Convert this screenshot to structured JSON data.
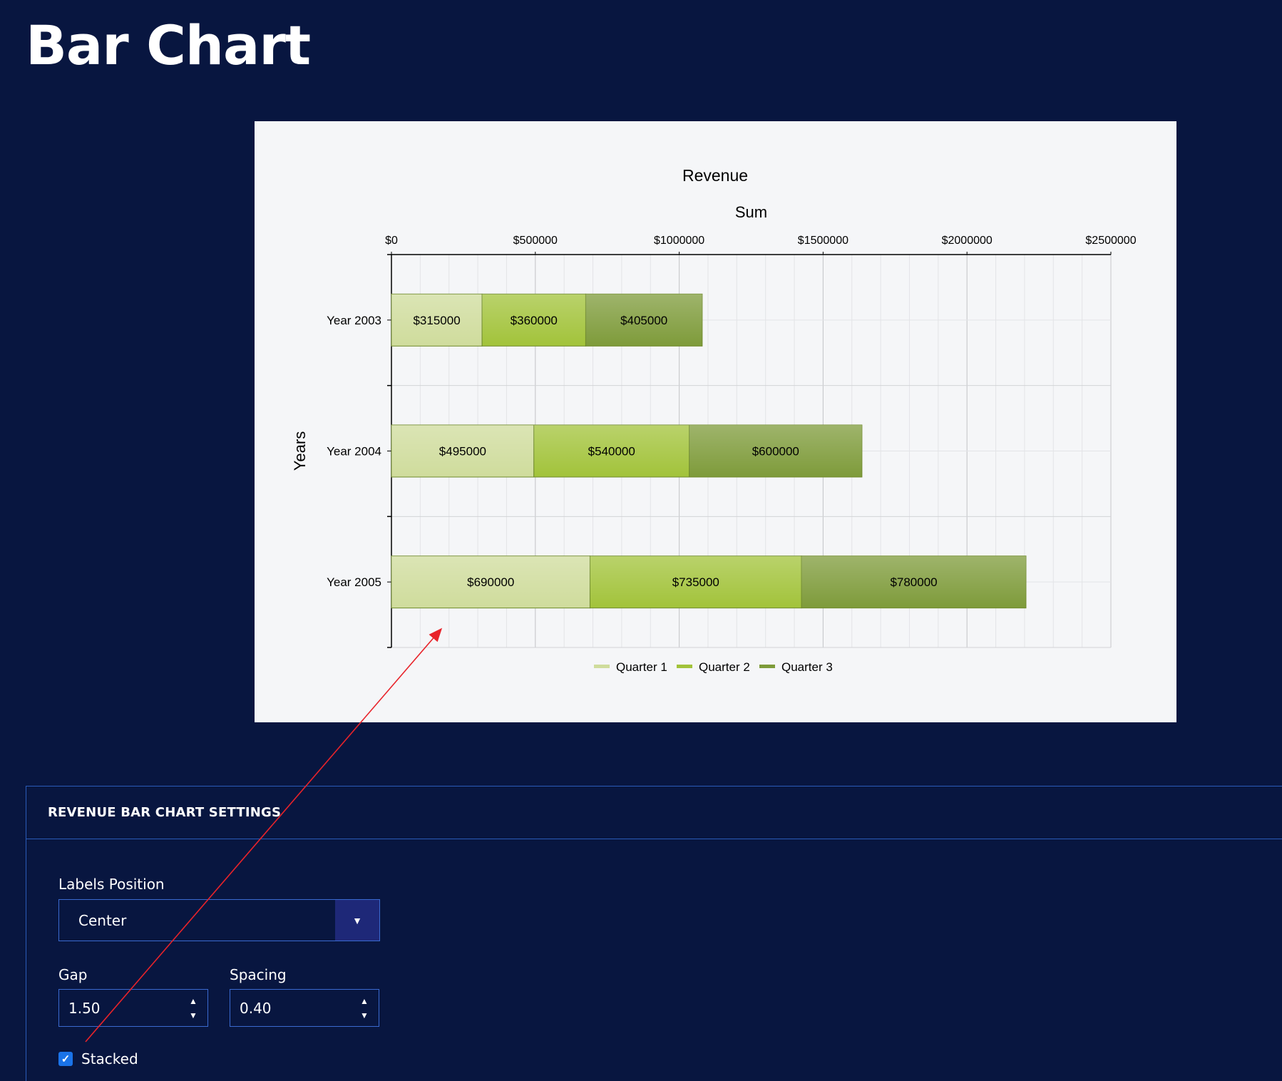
{
  "page": {
    "title": "Bar Chart"
  },
  "chart_data": {
    "type": "bar",
    "orientation": "horizontal",
    "stacked": true,
    "title": "Revenue",
    "xlabel": "Sum",
    "ylabel": "Years",
    "categories": [
      "Year 2003",
      "Year 2004",
      "Year 2005"
    ],
    "series": [
      {
        "name": "Quarter 1",
        "values": [
          315000,
          495000,
          690000
        ],
        "color": "#cfdc9c"
      },
      {
        "name": "Quarter 2",
        "values": [
          360000,
          540000,
          735000
        ],
        "color": "#a2c33a"
      },
      {
        "name": "Quarter 3",
        "values": [
          405000,
          600000,
          780000
        ],
        "color": "#7e9b3a"
      }
    ],
    "data_labels": [
      [
        "$315000",
        "$495000",
        "$690000"
      ],
      [
        "$360000",
        "$540000",
        "$735000"
      ],
      [
        "$405000",
        "$600000",
        "$780000"
      ]
    ],
    "xlim": [
      0,
      2500000
    ],
    "x_ticks": [
      0,
      500000,
      1000000,
      1500000,
      2000000,
      2500000
    ],
    "x_tick_labels": [
      "$0",
      "$500000",
      "$1000000",
      "$1500000",
      "$2000000",
      "$2500000"
    ],
    "x_axis_position": "top",
    "grid": true,
    "legend_position": "bottom",
    "label_position": "center"
  },
  "settings": {
    "header": "REVENUE BAR CHART SETTINGS",
    "labels_position": {
      "label": "Labels Position",
      "value": "Center"
    },
    "gap": {
      "label": "Gap",
      "value": "1.50"
    },
    "spacing": {
      "label": "Spacing",
      "value": "0.40"
    },
    "stacked": {
      "label": "Stacked",
      "checked": true
    }
  },
  "annotation_color": "#e8232a"
}
